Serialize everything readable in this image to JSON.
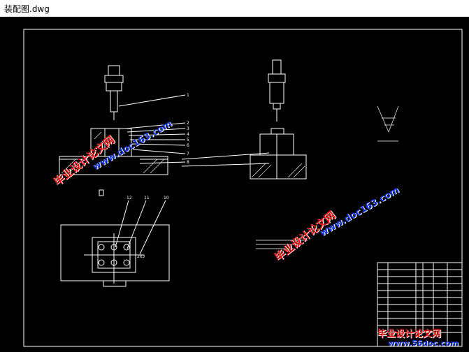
{
  "window": {
    "title": "装配图.dwg"
  },
  "drawing": {
    "balloons_top": [
      "1",
      "2",
      "3",
      "4",
      "5",
      "6",
      "7",
      "8"
    ],
    "balloons_plan": [
      "12",
      "11",
      "10"
    ],
    "plan_dim": "2x3",
    "colors": {
      "background": "#000000",
      "lines": "#ffffff",
      "frame": "#ffffff"
    }
  },
  "watermarks": {
    "brand": "毕业设计论文网",
    "url": "www.doc163.com",
    "footer_brand": "毕业设计论文网",
    "footer_url": "www.56doc.com",
    "red": "#e01010",
    "blue": "#1030d0"
  }
}
